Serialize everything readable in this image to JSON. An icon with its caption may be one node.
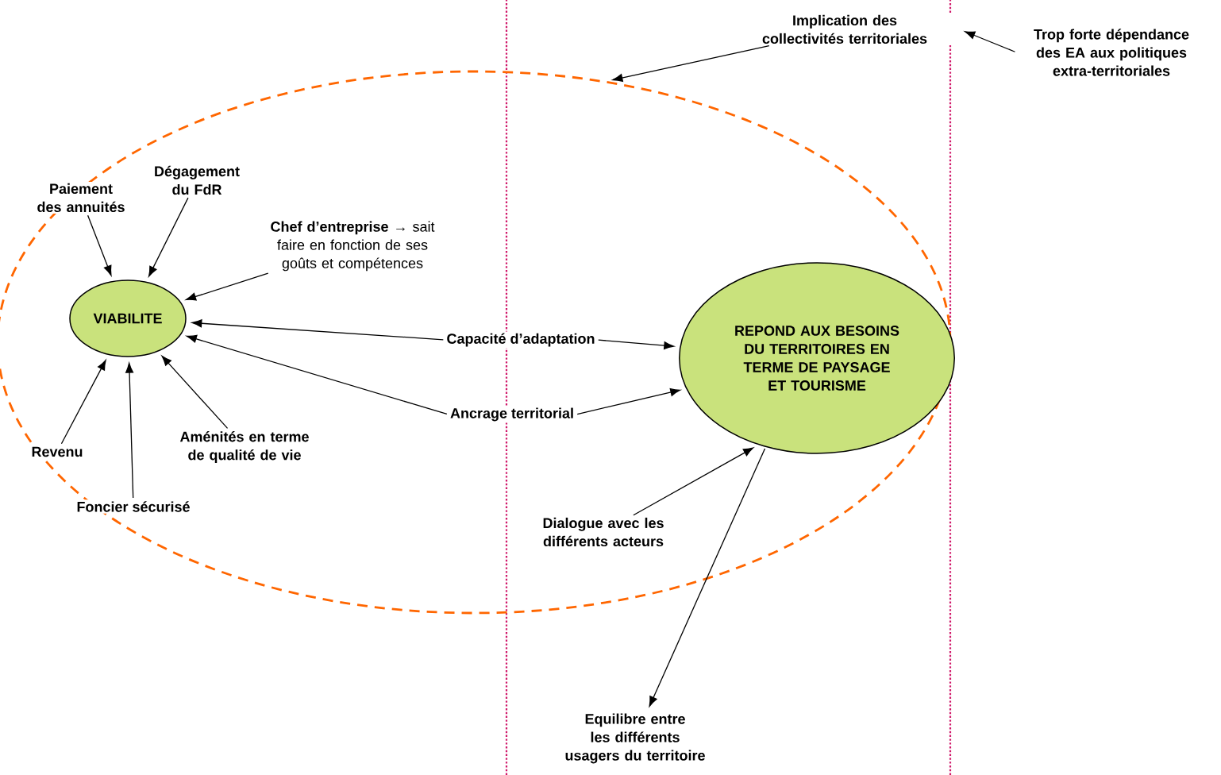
{
  "diagram": {
    "nodes": [
      {
        "text": [],
        "shape": "ellipse"
      },
      {
        "text": [
          "VIABILITE"
        ],
        "in": 0
      },
      {
        "text": [
          "REPOND AUX BESOINS DU TERRITOIRES EN TERME DE PAYSAGE ET TOURISME"
        ],
        "in": 0
      },
      {
        "text": [
          "Paiement des annuités"
        ],
        "in": 0
      },
      {
        "text": [
          "Dégagement du FdR"
        ],
        "in": 0
      },
      {
        "text": [
          "**Chef d’entreprise →** sait faire en fonction de ses goûts et compétences"
        ],
        "in": 0
      },
      {
        "text": [
          "Capacité d’adaptation"
        ],
        "in": 0
      },
      {
        "text": [
          "Ancrage territorial"
        ],
        "in": 0
      },
      {
        "text": [
          "Revenu"
        ],
        "in": 0
      },
      {
        "text": [
          "Foncier sécurisé"
        ],
        "in": 0
      },
      {
        "text": [
          "Aménités en terme de qualité de vie"
        ],
        "in": 0
      },
      {
        "text": [
          "Dialogue avec les différents acteurs"
        ],
        "in": 0
      },
      {
        "text": [
          "Equilibre entre les différents usagers du territoire"
        ]
      },
      {
        "text": [
          "Implication des collectivités territoriales"
        ]
      },
      {
        "text": [
          "Trop forte dépendance des EA aux politiques extra-territoriales"
        ]
      }
    ],
    "edges": [
      {
        "from": 3,
        "to": 1,
        "arrow": "to"
      },
      {
        "from": 4,
        "to": 1,
        "arrow": "to"
      },
      {
        "from": 5,
        "to": 1,
        "arrow": "to"
      },
      {
        "from": 6,
        "to": 1,
        "arrow": "to"
      },
      {
        "from": 6,
        "to": 2,
        "arrow": "to"
      },
      {
        "from": 7,
        "to": 1,
        "arrow": "to"
      },
      {
        "from": 7,
        "to": 2,
        "arrow": "to"
      },
      {
        "from": 8,
        "to": 1,
        "arrow": "to"
      },
      {
        "from": 9,
        "to": 1,
        "arrow": "to"
      },
      {
        "from": 10,
        "to": 1,
        "arrow": "to"
      },
      {
        "from": 11,
        "to": 2,
        "arrow": "to"
      },
      {
        "from": 2,
        "to": 12,
        "arrow": "to"
      },
      {
        "from": 13,
        "to": 0,
        "arrow": "to"
      },
      {
        "from": 14,
        "to": 13,
        "arrow": "to"
      }
    ]
  }
}
